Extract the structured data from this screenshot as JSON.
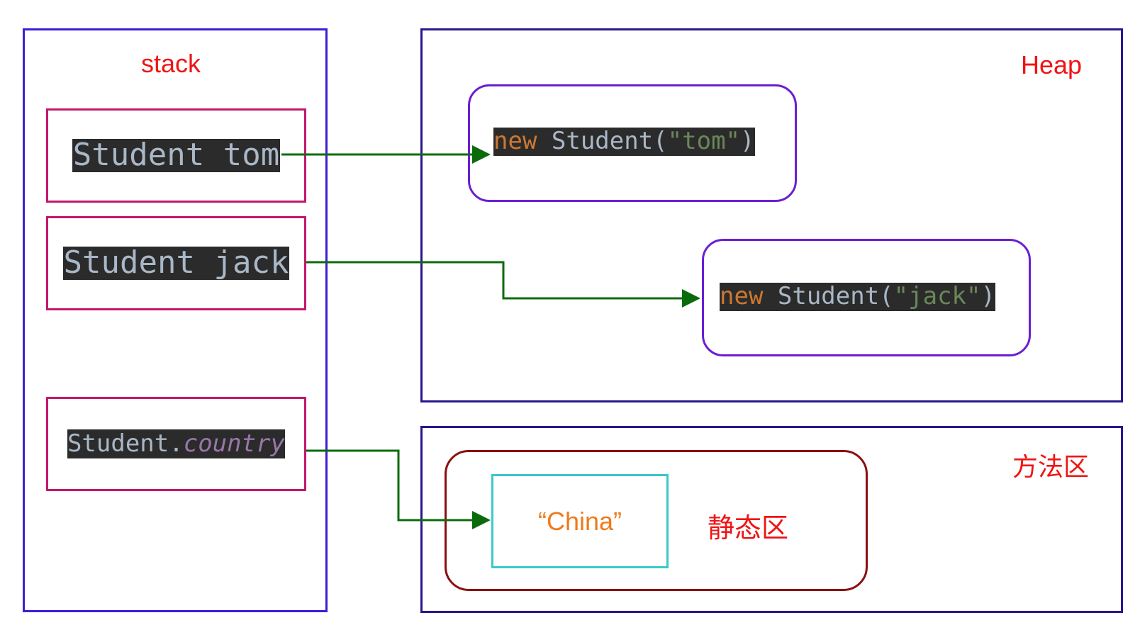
{
  "regions": {
    "stack": {
      "title": "stack"
    },
    "heap": {
      "title": "Heap"
    },
    "method_area": {
      "title": "方法区"
    }
  },
  "stack_vars": {
    "tom": {
      "type": "Student",
      "name": "tom"
    },
    "jack": {
      "type": "Student",
      "name": "jack"
    },
    "country": {
      "class_name": "Student",
      "dot": ".",
      "field": "country"
    }
  },
  "heap_objects": {
    "tom": {
      "keyword": "new",
      "ctor": " Student(",
      "arg": "\"tom\"",
      "close": ")"
    },
    "jack": {
      "keyword": "new",
      "ctor": " Student(",
      "arg": "\"jack\"",
      "close": ")"
    }
  },
  "static_area": {
    "label": "静态区",
    "value": "“China”"
  },
  "colors": {
    "arrow": "#0b6b0b",
    "region_title": "#f01414",
    "stack_border": "#3a1fd6",
    "heap_border": "#26188c",
    "var_border": "#c2186d",
    "object_border": "#6a1fd1",
    "static_border": "#8b1010",
    "value_border": "#3cc8c8",
    "value_text": "#f07a1a"
  }
}
